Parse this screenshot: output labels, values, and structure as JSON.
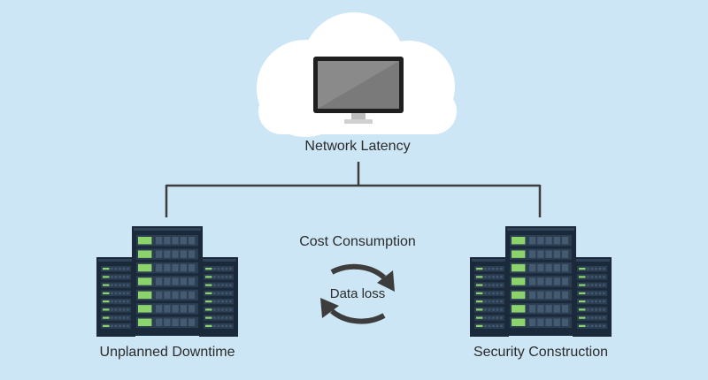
{
  "diagram": {
    "cloud": {
      "label": "Network Latency",
      "icon": "monitor-icon"
    },
    "center": {
      "top_label": "Cost Consumption",
      "inner_label": "Data loss",
      "icon": "refresh-cycle-icon"
    },
    "left_node": {
      "label": "Unplanned Downtime",
      "icon": "server-rack-icon"
    },
    "right_node": {
      "label": "Security Construction",
      "icon": "server-rack-icon"
    }
  },
  "colors": {
    "background": "#cde6f5",
    "cloud": "#ffffff",
    "rack": "#1b2a3a",
    "rack_shelf": "#2c3e52",
    "led_green": "#8bd36a",
    "connector": "#3d3d3d",
    "arrow": "#3d3d3d",
    "monitor_screen": "#7a7a7a"
  }
}
